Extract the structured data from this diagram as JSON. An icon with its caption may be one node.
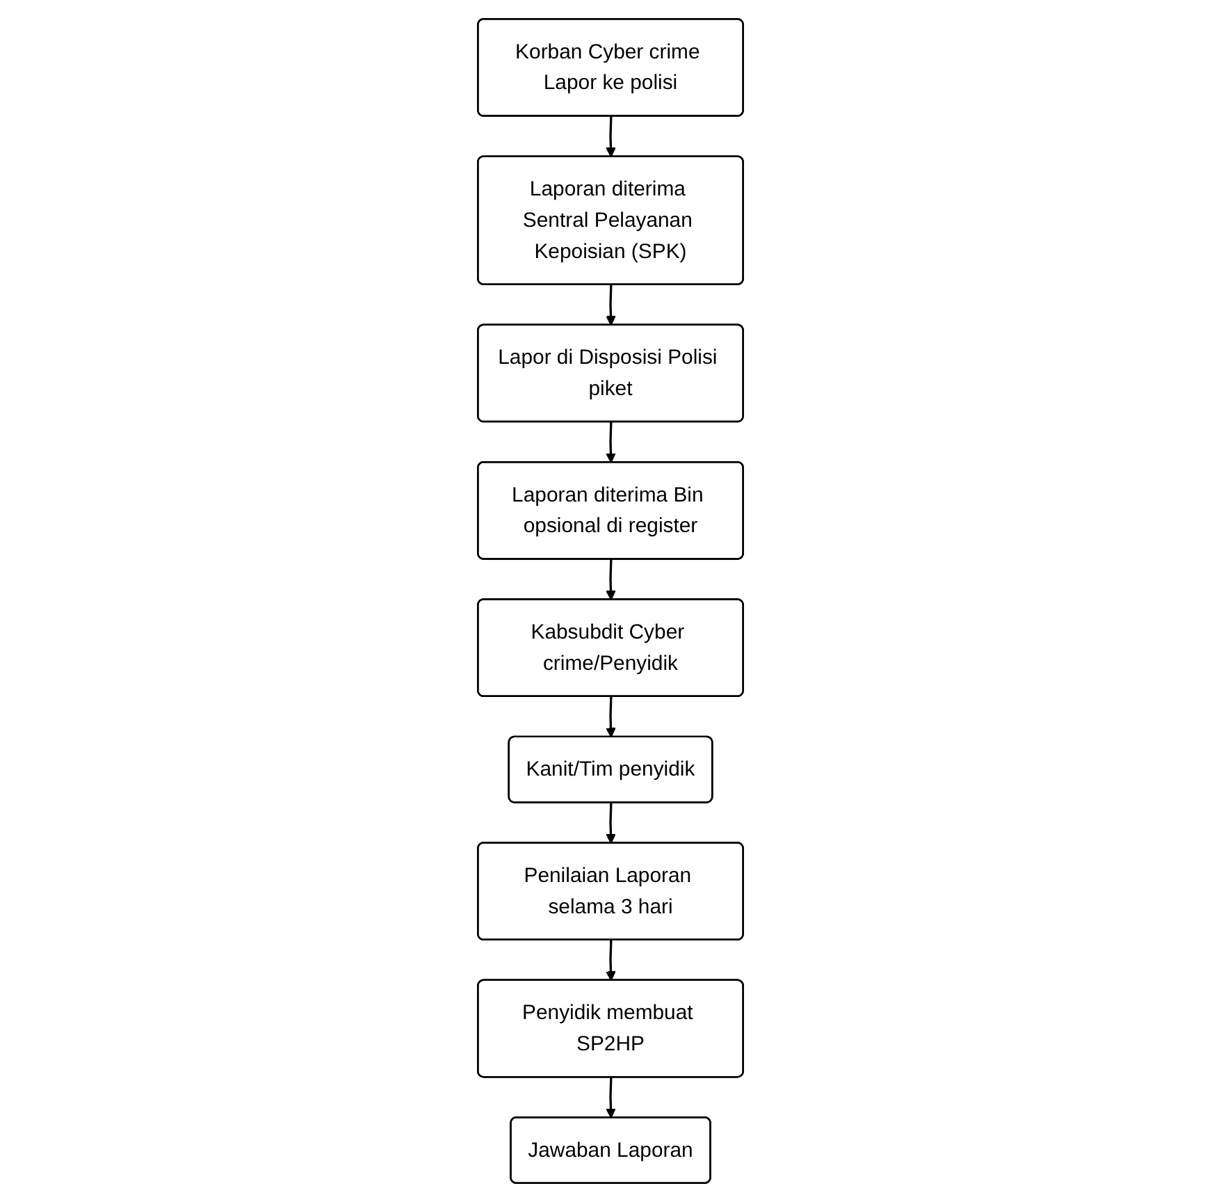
{
  "diagram": {
    "nodes": [
      {
        "text": [
          "Korban Cyber crime Lapor ke polisi"
        ]
      },
      {
        "text": [
          "Laporan diterima Sentral Pelayanan Kepoisian (SPK)"
        ]
      },
      {
        "text": [
          "Lapor di Disposisi Polisi piket"
        ]
      },
      {
        "text": [
          "Laporan diterima Bin opsional di register"
        ]
      },
      {
        "text": [
          "Kabsubdit Cyber crime/Penyidik"
        ]
      },
      {
        "text": [
          "Kanit/Tim penyidik"
        ]
      },
      {
        "text": [
          "Penilaian Laporan selama 3 hari"
        ]
      },
      {
        "text": [
          "Penyidik membuat SP2HP"
        ]
      },
      {
        "text": [
          "Jawaban Laporan"
        ]
      }
    ],
    "edges": [
      {
        "from": 0,
        "to": 1,
        "arrow": "to"
      },
      {
        "from": 1,
        "to": 2,
        "arrow": "to"
      },
      {
        "from": 2,
        "to": 3,
        "arrow": "to"
      },
      {
        "from": 3,
        "to": 4,
        "arrow": "to"
      },
      {
        "from": 4,
        "to": 5,
        "arrow": "to"
      },
      {
        "from": 5,
        "to": 6,
        "arrow": "to"
      },
      {
        "from": 6,
        "to": 7,
        "arrow": "to"
      },
      {
        "from": 7,
        "to": 8,
        "arrow": "to"
      }
    ]
  }
}
